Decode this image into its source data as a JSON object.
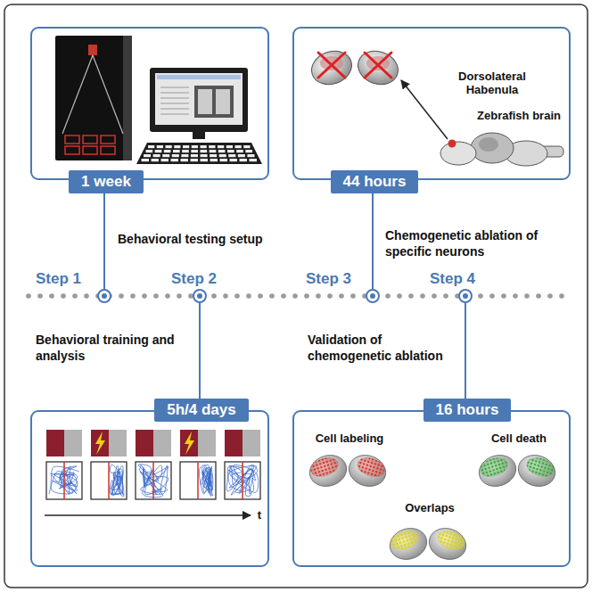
{
  "diagram": {
    "nodes": [
      {
        "text": [
          "1 week"
        ]
      },
      {
        "text": [
          "44 hours",
          "Dorsolateral Habenula",
          "Zebrafish brain"
        ]
      },
      {
        "text": [
          "5h/4 days",
          "t"
        ]
      },
      {
        "text": [
          "16 hours",
          "Cell labeling",
          "Cell death",
          "Overlaps"
        ]
      }
    ],
    "labels": [
      "Step 1",
      "Step 2",
      "Step 3",
      "Step 4",
      "Behavioral testing setup",
      "Chemogenetic ablation of specific neurons",
      "Behavioral training and analysis",
      "Validation of chemogenetic ablation"
    ]
  }
}
